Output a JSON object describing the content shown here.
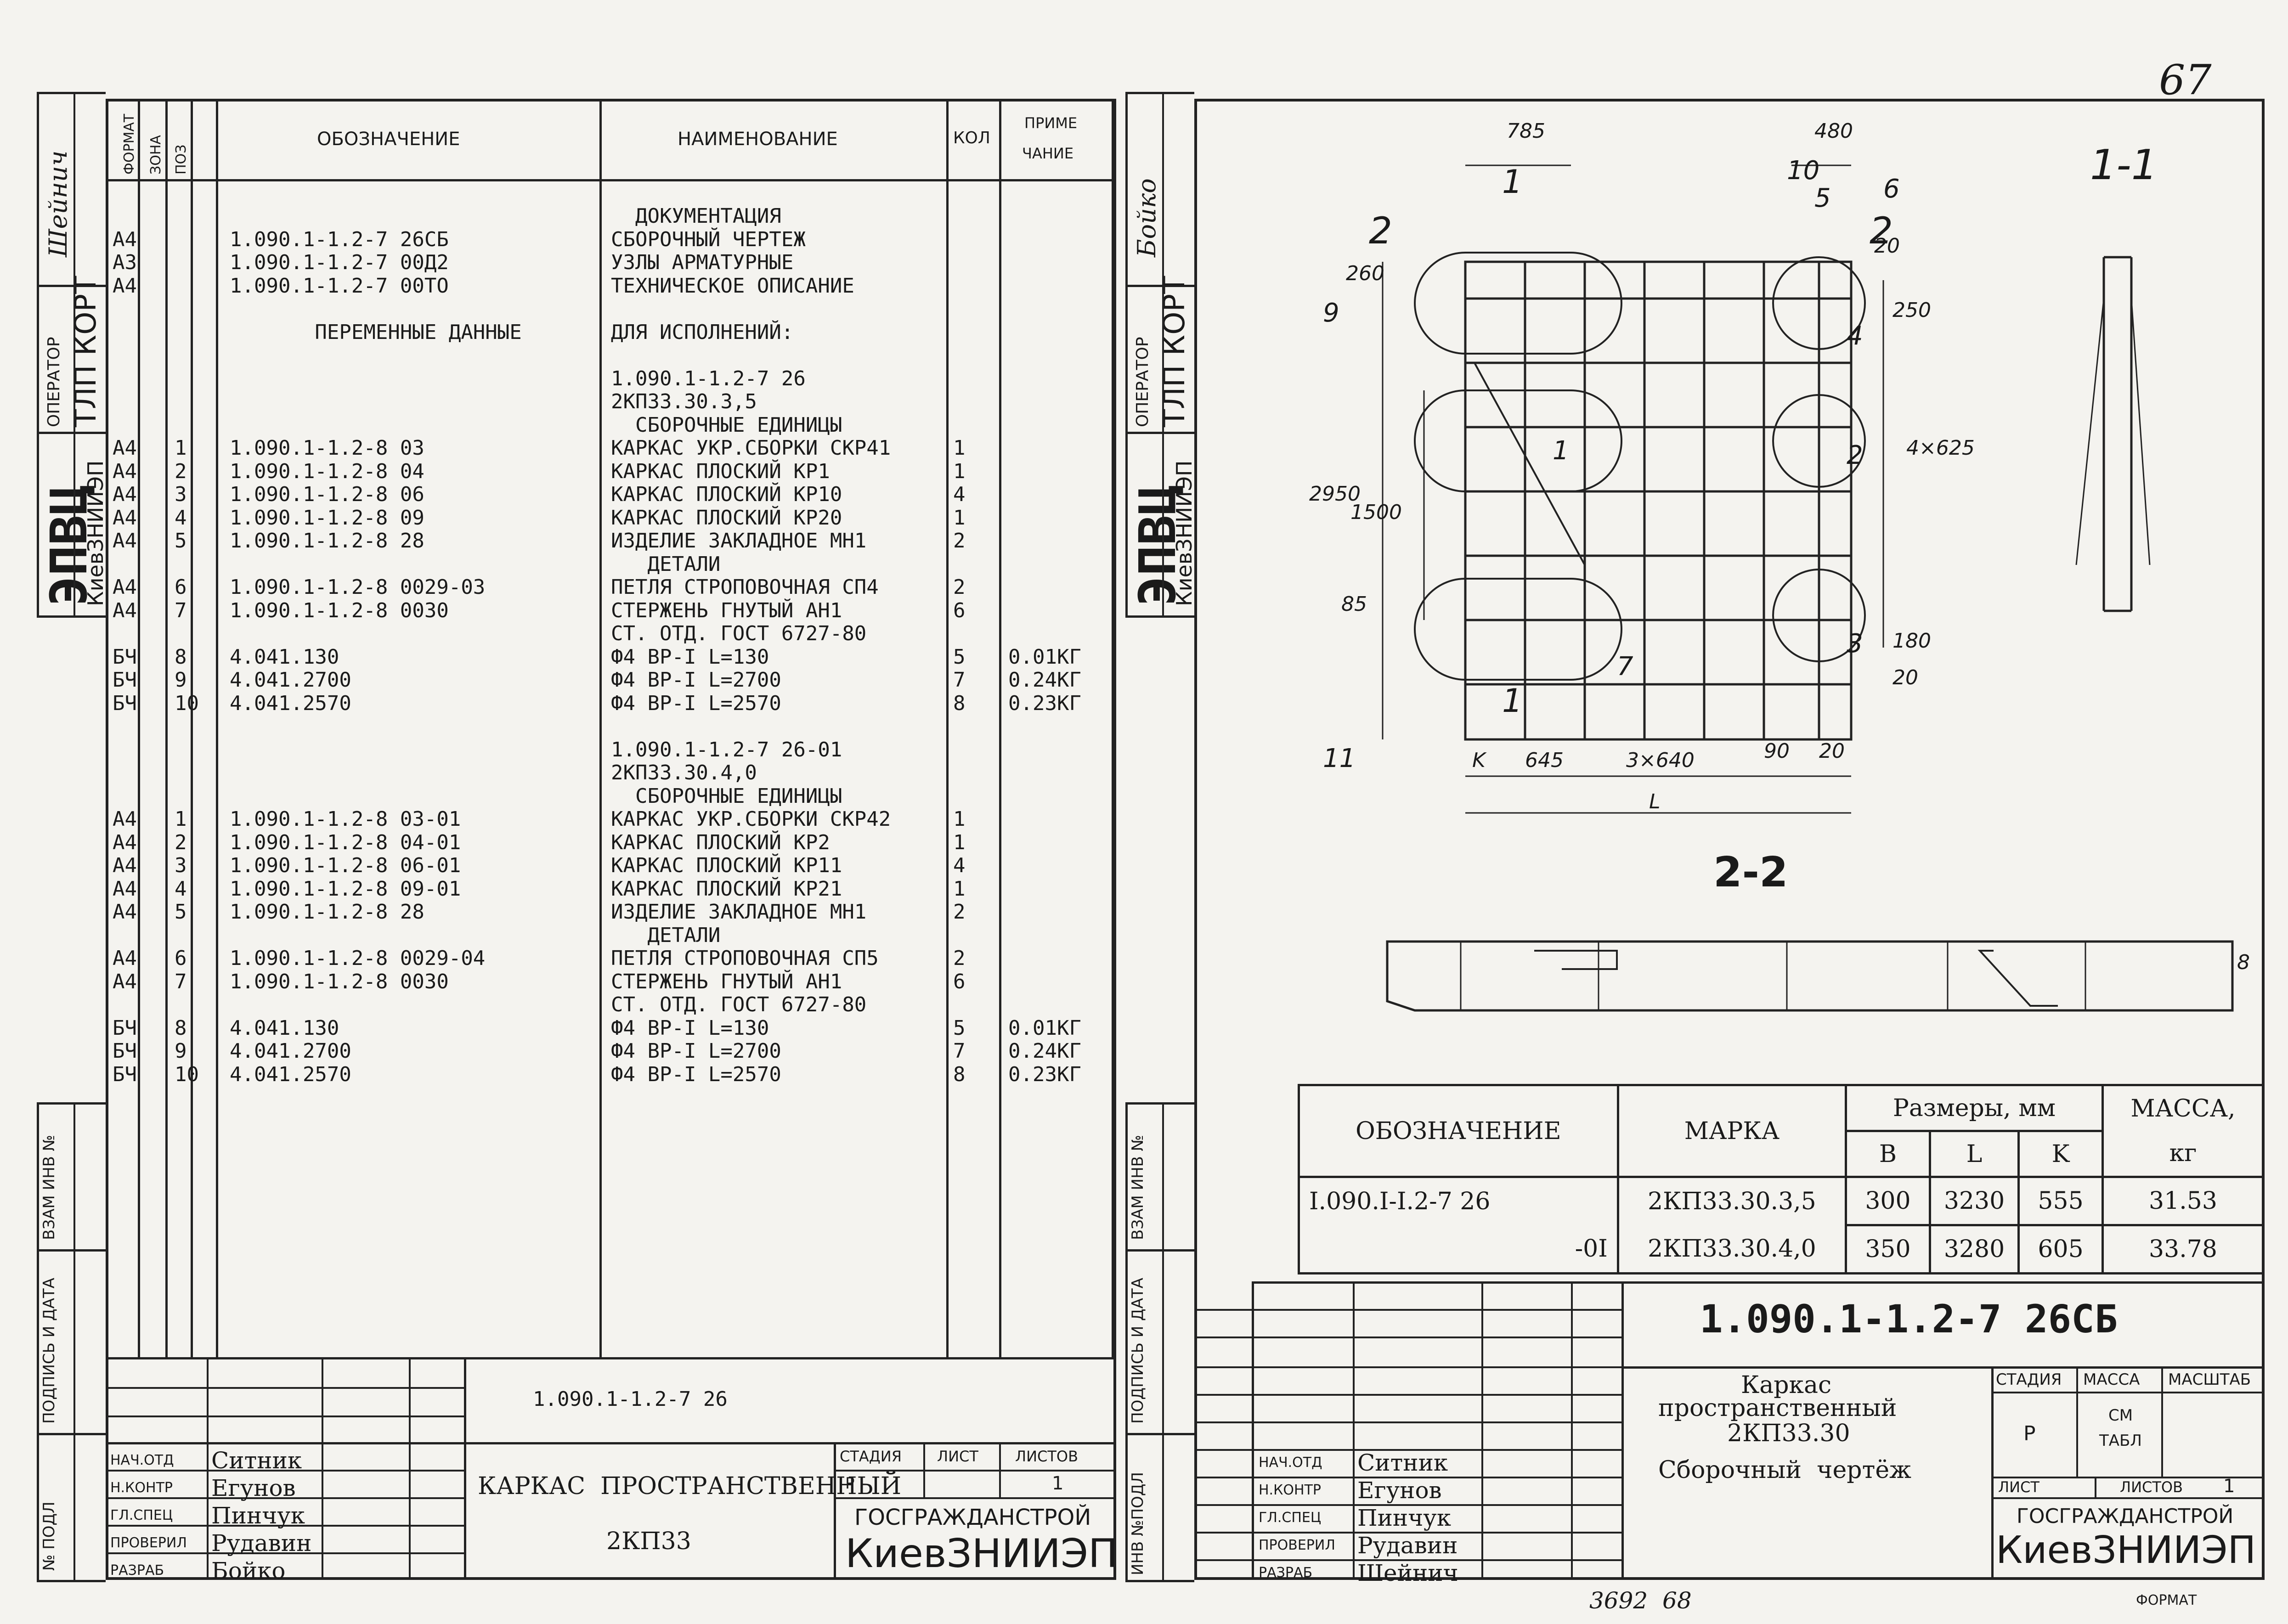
{
  "page_number": "67",
  "left_sheet": {
    "side_stamp": {
      "org_big": "ЭПВЦ",
      "org_small": "КиевЗНИИЭП",
      "operator_label": "ОПЕРАТОР",
      "operator_value": "ТЛП КОРТ",
      "hand_top": "Шейнич",
      "inv_label": "ВЗАМ ИНВ №",
      "sign_label": "ПОДПИСЬ И ДАТА",
      "inv_podl_label": "№ ПОДЛ"
    },
    "headers": {
      "format": "ФОРМАТ",
      "zone": "ЗОНА",
      "pos": "ПОЗ",
      "designation": "ОБОЗНАЧЕНИЕ",
      "name": "НАИМЕНОВАНИЕ",
      "qty": "КОЛ",
      "note_1": "ПРИМЕ",
      "note_2": "ЧАНИЕ"
    },
    "rows": [
      {
        "fmt": "",
        "pos": "",
        "des": "",
        "name": "  ДОКУМЕНТАЦИЯ",
        "qty": "",
        "note": ""
      },
      {
        "fmt": "А4",
        "pos": "",
        "des": "1.090.1-1.2-7 26СБ",
        "name": "СБОРОЧНЫЙ ЧЕРТЕЖ",
        "qty": "",
        "note": ""
      },
      {
        "fmt": "А3",
        "pos": "",
        "des": "1.090.1-1.2-7 00Д2",
        "name": "УЗЛЫ АРМАТУРНЫЕ",
        "qty": "",
        "note": ""
      },
      {
        "fmt": "А4",
        "pos": "",
        "des": "1.090.1-1.2-7 00ТО",
        "name": "ТЕХНИЧЕСКОЕ ОПИСАНИЕ",
        "qty": "",
        "note": ""
      },
      {
        "fmt": "",
        "pos": "",
        "des": "",
        "name": "",
        "qty": "",
        "note": ""
      },
      {
        "fmt": "",
        "pos": "",
        "des": "       ПЕРЕМЕННЫЕ ДАННЫЕ",
        "name": "ДЛЯ ИСПОЛНЕНИЙ:",
        "qty": "",
        "note": ""
      },
      {
        "fmt": "",
        "pos": "",
        "des": "",
        "name": "",
        "qty": "",
        "note": ""
      },
      {
        "fmt": "",
        "pos": "",
        "des": "",
        "name": "1.090.1-1.2-7 26",
        "qty": "",
        "note": ""
      },
      {
        "fmt": "",
        "pos": "",
        "des": "",
        "name": "2КП33.30.3,5",
        "qty": "",
        "note": ""
      },
      {
        "fmt": "",
        "pos": "",
        "des": "",
        "name": "  СБОРОЧНЫЕ ЕДИНИЦЫ",
        "qty": "",
        "note": ""
      },
      {
        "fmt": "А4",
        "pos": "1",
        "des": "1.090.1-1.2-8 03",
        "name": "КАРКАС УКР.СБОРКИ СКР41",
        "qty": "1",
        "note": ""
      },
      {
        "fmt": "А4",
        "pos": "2",
        "des": "1.090.1-1.2-8 04",
        "name": "КАРКАС ПЛОСКИЙ КР1",
        "qty": "1",
        "note": ""
      },
      {
        "fmt": "А4",
        "pos": "3",
        "des": "1.090.1-1.2-8 06",
        "name": "КАРКАС ПЛОСКИЙ КР10",
        "qty": "4",
        "note": ""
      },
      {
        "fmt": "А4",
        "pos": "4",
        "des": "1.090.1-1.2-8 09",
        "name": "КАРКАС ПЛОСКИЙ КР20",
        "qty": "1",
        "note": ""
      },
      {
        "fmt": "А4",
        "pos": "5",
        "des": "1.090.1-1.2-8 28",
        "name": "ИЗДЕЛИЕ ЗАКЛАДНОЕ МН1",
        "qty": "2",
        "note": ""
      },
      {
        "fmt": "",
        "pos": "",
        "des": "",
        "name": "   ДЕТАЛИ",
        "qty": "",
        "note": ""
      },
      {
        "fmt": "А4",
        "pos": "6",
        "des": "1.090.1-1.2-8 0029-03",
        "name": "ПЕТЛЯ СТРОПОВОЧНАЯ СП4",
        "qty": "2",
        "note": ""
      },
      {
        "fmt": "А4",
        "pos": "7",
        "des": "1.090.1-1.2-8 0030",
        "name": "СТЕРЖЕНЬ ГНУТЫЙ АН1",
        "qty": "6",
        "note": ""
      },
      {
        "fmt": "",
        "pos": "",
        "des": "",
        "name": "СТ. ОТД. ГОСТ 6727-80",
        "qty": "",
        "note": ""
      },
      {
        "fmt": "БЧ",
        "pos": "8",
        "des": "4.041.130",
        "name": "Ф4 ВР-I L=130",
        "qty": "5",
        "note": "0.01КГ"
      },
      {
        "fmt": "БЧ",
        "pos": "9",
        "des": "4.041.2700",
        "name": "Ф4 ВР-I L=2700",
        "qty": "7",
        "note": "0.24КГ"
      },
      {
        "fmt": "БЧ",
        "pos": "10",
        "des": "4.041.2570",
        "name": "Ф4 ВР-I L=2570",
        "qty": "8",
        "note": "0.23КГ"
      },
      {
        "fmt": "",
        "pos": "",
        "des": "",
        "name": "",
        "qty": "",
        "note": ""
      },
      {
        "fmt": "",
        "pos": "",
        "des": "",
        "name": "1.090.1-1.2-7 26-01",
        "qty": "",
        "note": ""
      },
      {
        "fmt": "",
        "pos": "",
        "des": "",
        "name": "2КП33.30.4,0",
        "qty": "",
        "note": ""
      },
      {
        "fmt": "",
        "pos": "",
        "des": "",
        "name": "  СБОРОЧНЫЕ ЕДИНИЦЫ",
        "qty": "",
        "note": ""
      },
      {
        "fmt": "А4",
        "pos": "1",
        "des": "1.090.1-1.2-8 03-01",
        "name": "КАРКАС УКР.СБОРКИ СКР42",
        "qty": "1",
        "note": ""
      },
      {
        "fmt": "А4",
        "pos": "2",
        "des": "1.090.1-1.2-8 04-01",
        "name": "КАРКАС ПЛОСКИЙ КР2",
        "qty": "1",
        "note": ""
      },
      {
        "fmt": "А4",
        "pos": "3",
        "des": "1.090.1-1.2-8 06-01",
        "name": "КАРКАС ПЛОСКИЙ КР11",
        "qty": "4",
        "note": ""
      },
      {
        "fmt": "А4",
        "pos": "4",
        "des": "1.090.1-1.2-8 09-01",
        "name": "КАРКАС ПЛОСКИЙ КР21",
        "qty": "1",
        "note": ""
      },
      {
        "fmt": "А4",
        "pos": "5",
        "des": "1.090.1-1.2-8 28",
        "name": "ИЗДЕЛИЕ ЗАКЛАДНОЕ МН1",
        "qty": "2",
        "note": ""
      },
      {
        "fmt": "",
        "pos": "",
        "des": "",
        "name": "   ДЕТАЛИ",
        "qty": "",
        "note": ""
      },
      {
        "fmt": "А4",
        "pos": "6",
        "des": "1.090.1-1.2-8 0029-04",
        "name": "ПЕТЛЯ СТРОПОВОЧНАЯ СП5",
        "qty": "2",
        "note": ""
      },
      {
        "fmt": "А4",
        "pos": "7",
        "des": "1.090.1-1.2-8 0030",
        "name": "СТЕРЖЕНЬ ГНУТЫЙ АН1",
        "qty": "6",
        "note": ""
      },
      {
        "fmt": "",
        "pos": "",
        "des": "",
        "name": "СТ. ОТД. ГОСТ 6727-80",
        "qty": "",
        "note": ""
      },
      {
        "fmt": "БЧ",
        "pos": "8",
        "des": "4.041.130",
        "name": "Ф4 ВР-I L=130",
        "qty": "5",
        "note": "0.01КГ"
      },
      {
        "fmt": "БЧ",
        "pos": "9",
        "des": "4.041.2700",
        "name": "Ф4 ВР-I L=2700",
        "qty": "7",
        "note": "0.24КГ"
      },
      {
        "fmt": "БЧ",
        "pos": "10",
        "des": "4.041.2570",
        "name": "Ф4 ВР-I L=2570",
        "qty": "8",
        "note": "0.23КГ"
      }
    ],
    "title_block": {
      "doc_code": "1.090.1-1.2-7 26",
      "title": "КАРКАС  ПРОСТРАНСТВЕННЫЙ",
      "mark": "2КП33",
      "stage_label": "СТАДИЯ",
      "sheet_label": "ЛИСТ",
      "sheets_label": "ЛИСТОВ",
      "stage_value": "Р",
      "sheets_value": "1",
      "org_1": "ГОСГРАЖДАНСТРОЙ",
      "org_2": "КиевЗНИИЭП",
      "roles": [
        "НАЧ.ОТД",
        "Н.КОНТР",
        "ГЛ.СПЕЦ",
        "ПРОВЕРИЛ",
        "РАЗРАБ"
      ],
      "names": [
        "Ситник",
        "Егунов",
        "Пинчук",
        "Рудавин",
        "Бойко"
      ]
    }
  },
  "right_sheet": {
    "side_stamp": {
      "org_big": "ЭПВЦ",
      "org_small": "КиевЗНИИЭП",
      "operator_label": "ОПЕРАТОР",
      "operator_value": "ТЛП КОРТ",
      "hand_top": "Бойко",
      "inv_label": "ВЗАМ ИНВ №",
      "sign_label": "ПОДПИСЬ И ДАТА",
      "inv_podl_label": "ИНВ №ПОДЛ"
    },
    "drawing": {
      "section_1": "1-1",
      "section_2": "2-2",
      "marker_1": "1",
      "marker_2": "2",
      "dims": [
        "785",
        "480",
        "260",
        "20",
        "250",
        "2950",
        "1500",
        "85",
        "180",
        "20",
        "4×625",
        "90",
        "20",
        "K",
        "645",
        "3×640",
        "L",
        "8"
      ],
      "pos_labels": [
        "1",
        "2",
        "3",
        "4",
        "5",
        "6",
        "7",
        "9",
        "10",
        "11"
      ]
    },
    "variants_table": {
      "col_designation": "ОБОЗНАЧЕНИЕ",
      "col_mark": "МАРКА",
      "col_sizes": "Размеры, мм",
      "col_b": "B",
      "col_l": "L",
      "col_k": "K",
      "col_mass_1": "МАССА,",
      "col_mass_2": "кг",
      "rows": [
        {
          "designation": "I.090.I-I.2-7 26",
          "mark": "2КП33.30.3,5",
          "b": "300",
          "l": "3230",
          "k": "555",
          "mass": "31.53"
        },
        {
          "designation": "-0I",
          "mark": "2КП33.30.4,0",
          "b": "350",
          "l": "3280",
          "k": "605",
          "mass": "33.78"
        }
      ]
    },
    "title_block": {
      "doc_code": "1.090.1-1.2-7 26СБ",
      "title_1": "Каркас",
      "title_2": "пространственный",
      "title_3": "2КП33.30",
      "title_4": "Сборочный  чертёж",
      "stage_label": "СТАДИЯ",
      "mass_label": "МАССА",
      "scale_label": "МАСШТАБ",
      "stage_value": "Р",
      "mass_value_1": "СМ",
      "mass_value_2": "ТАБЛ",
      "sheet_label": "ЛИСТ",
      "sheets_label": "ЛИСТОВ",
      "sheets_value": "1",
      "org_1": "ГОСГРАЖДАНСТРОЙ",
      "org_2": "КиевЗНИИЭП",
      "roles": [
        "НАЧ.ОТД",
        "Н.КОНТР",
        "ГЛ.СПЕЦ",
        "ПРОВЕРИЛ",
        "РАЗРАБ"
      ],
      "names": [
        "Ситник",
        "Егунов",
        "Пинчук",
        "Рудавин",
        "Шейнич"
      ]
    },
    "bottom_note": "3692  68",
    "bottom_format": "ФОРМАТ"
  }
}
